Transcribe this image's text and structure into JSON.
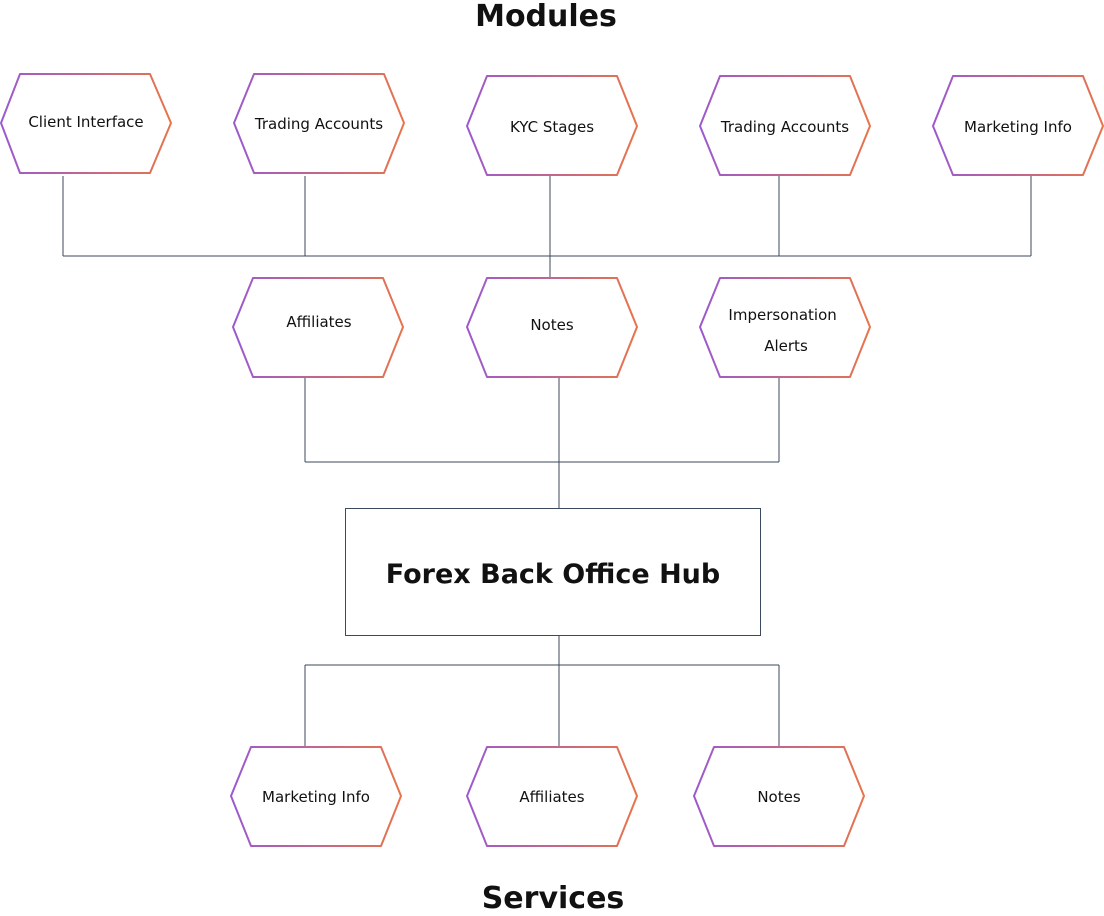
{
  "headings": {
    "top": "Modules",
    "bottom": "Services"
  },
  "hub": {
    "label": "Forex Back Office Hub"
  },
  "modules_row1": [
    {
      "label": "Client Interface"
    },
    {
      "label": "Trading Accounts"
    },
    {
      "label": "KYC Stages"
    },
    {
      "label": "Trading Accounts"
    },
    {
      "label": "Marketing Info"
    }
  ],
  "modules_row2": [
    {
      "label": "Affiliates"
    },
    {
      "label": "Notes"
    },
    {
      "label": "Impersonation Alerts",
      "lines": [
        "Impersonation",
        "Alerts"
      ]
    }
  ],
  "services": [
    {
      "label": "Marketing Info"
    },
    {
      "label": "Affiliates"
    },
    {
      "label": "Notes"
    }
  ],
  "colors": {
    "hex_stroke_start": "#9b59d0",
    "hex_stroke_end": "#e8744a",
    "connector": "#3b4a5c",
    "text": "#111111"
  }
}
